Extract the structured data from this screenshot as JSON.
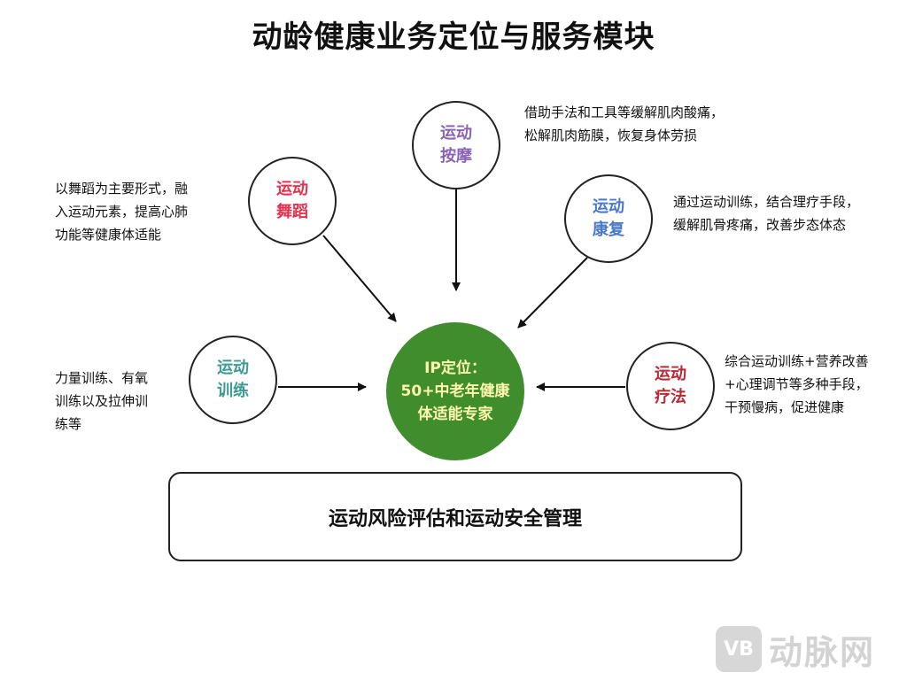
{
  "title": "动龄健康业务定位与服务模块",
  "center": {
    "line1": "IP定位：",
    "line2": "50+中老年健康",
    "line3": "体适能专家"
  },
  "modules": {
    "dance": {
      "line1": "运动",
      "line2": "舞蹈",
      "color": "#e0334f",
      "desc": [
        "以舞蹈为主要形式，融",
        "入运动元素，提高心肺",
        "功能等健康体适能"
      ]
    },
    "massage": {
      "line1": "运动",
      "line2": "按摩",
      "color": "#8a63b8",
      "desc": [
        "借助手法和工具等缓解肌肉酸痛，",
        "松解肌肉筋膜，恢复身体劳损"
      ]
    },
    "rehab": {
      "line1": "运动",
      "line2": "康复",
      "color": "#4a79c8",
      "desc": [
        "通过运动训练，结合理疗手段，",
        "缓解肌骨疼痛，改善步态体态"
      ]
    },
    "training": {
      "line1": "运动",
      "line2": "训练",
      "color": "#3d9b91",
      "desc": [
        "力量训练、有氧",
        "训练以及拉伸训",
        "练等"
      ]
    },
    "therapy": {
      "line1": "运动",
      "line2": "疗法",
      "color": "#b82835",
      "desc": [
        "综合运动训练+营养改善",
        "+心理调节等多种手段，",
        "干预慢病，促进健康"
      ]
    }
  },
  "bottom": "运动风险评估和运动安全管理",
  "watermark": {
    "logo": "VB",
    "text": "动脉网"
  }
}
